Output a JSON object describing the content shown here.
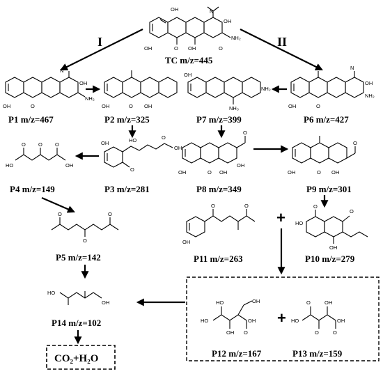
{
  "routes": {
    "r1": "I",
    "r2": "II"
  },
  "compounds": {
    "TC": {
      "label": "TC m/z=445"
    },
    "P1": {
      "label": "P1 m/z=467"
    },
    "P2": {
      "label": "P2 m/z=325"
    },
    "P3": {
      "label": "P3 m/z=281"
    },
    "P4": {
      "label": "P4 m/z=149"
    },
    "P5": {
      "label": "P5 m/z=142"
    },
    "P6": {
      "label": "P6 m/z=427"
    },
    "P7": {
      "label": "P7 m/z=399"
    },
    "P8": {
      "label": "P8 m/z=349"
    },
    "P9": {
      "label": "P9 m/z=301"
    },
    "P10": {
      "label": "P10 m/z=279"
    },
    "P11": {
      "label": "P11 m/z=263"
    },
    "P12": {
      "label": "P12 m/z=167"
    },
    "P13": {
      "label": "P13 m/z=159"
    },
    "P14": {
      "label": "P14 m/z=102"
    }
  },
  "final_products": "CO₂+H₂O",
  "plus": "+",
  "atoms": {
    "OH": "OH",
    "O": "O",
    "N": "N",
    "NH2": "NH₂",
    "NH3": "NH₃",
    "HO": "HO"
  }
}
